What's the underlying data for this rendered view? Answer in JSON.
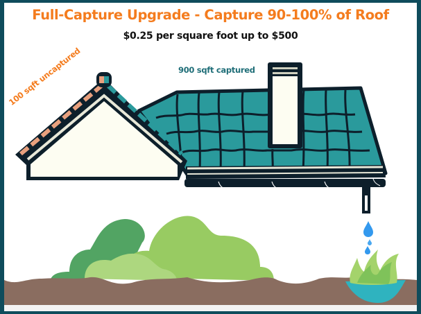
{
  "header": {
    "title": "Full-Capture Upgrade - Capture 90-100% of Roof",
    "subtitle": "$0.25 per square foot up to $500"
  },
  "labels": {
    "uncaptured": "100 sqft uncaptured",
    "captured": "900 sqft captured"
  },
  "colors": {
    "frame_border": "#0f4c5c",
    "title_orange": "#f47c1e",
    "roof_teal": "#2a9a9c",
    "uncaptured_tile": "#e8a07e",
    "captured_label": "#1f6e78",
    "gable_fill": "#fdfdf2",
    "soil": "#8a6d60",
    "bush_dark": "#52a463",
    "bush_light": "#98cb62",
    "bush_pale": "#add77f",
    "water": "#3399ee",
    "pond": "#2fb3bf"
  },
  "illustration": {
    "elements": [
      "house-roof",
      "chimney",
      "gable",
      "gutter",
      "downspout",
      "water-drops",
      "grass",
      "bushes",
      "soil"
    ]
  }
}
